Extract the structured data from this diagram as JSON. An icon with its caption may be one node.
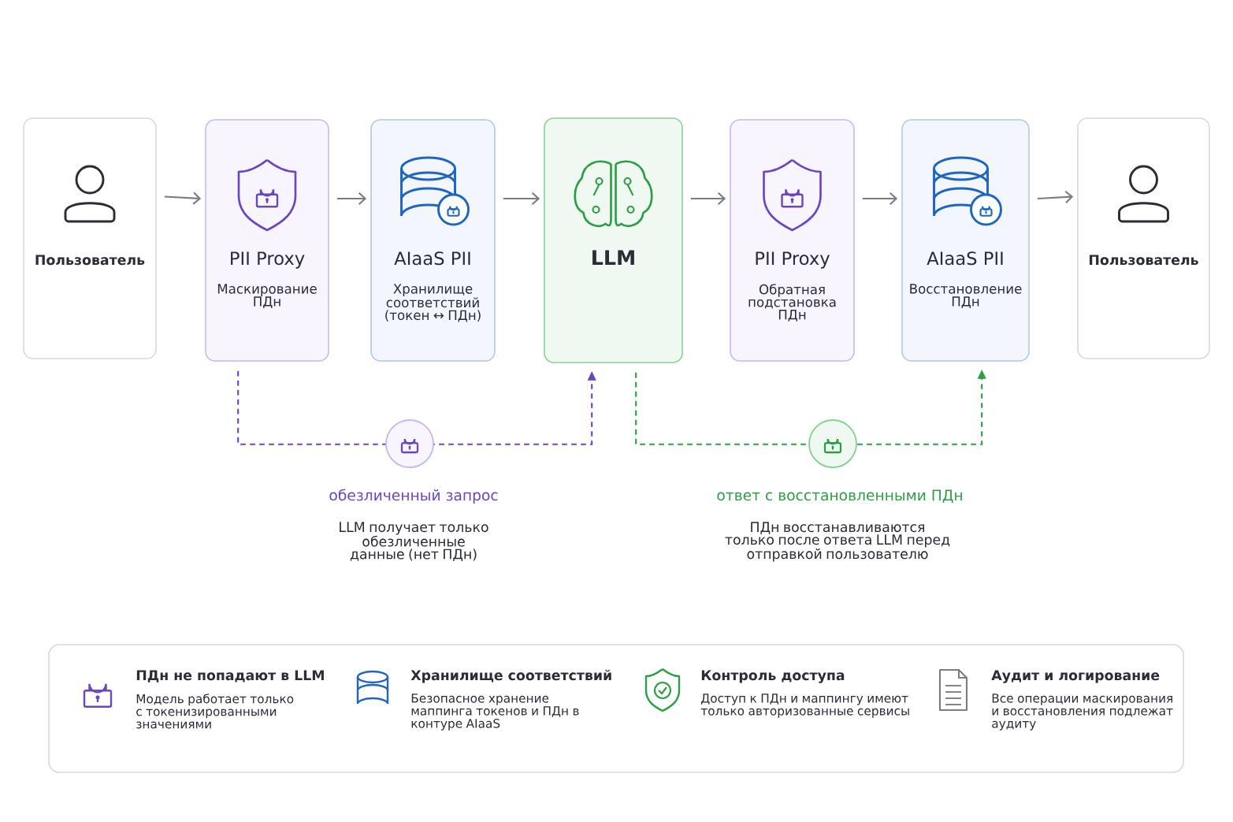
{
  "diagram": {
    "nodes": [
      {
        "text": [
          "Пользователь"
        ]
      },
      {
        "text": [
          "PII Proxy",
          "Маскирование ПДн"
        ]
      },
      {
        "text": [
          "AIaaS PII",
          "Хранилище соответствий (токен ↔ ПДн)"
        ]
      },
      {
        "text": [
          "LLM"
        ]
      },
      {
        "text": [
          "PII Proxy",
          "Обратная подстановка ПДн"
        ]
      },
      {
        "text": [
          "AIaaS PII",
          "Восстановление ПДн"
        ]
      },
      {
        "text": [
          "Пользователь"
        ]
      }
    ],
    "edges": [
      {
        "from": 0,
        "to": 1,
        "arrow": "to"
      },
      {
        "from": 1,
        "to": 2,
        "arrow": "to"
      },
      {
        "from": 2,
        "to": 3,
        "arrow": "to"
      },
      {
        "from": 3,
        "to": 4,
        "arrow": "to"
      },
      {
        "from": 4,
        "to": 5,
        "arrow": "to"
      },
      {
        "from": 5,
        "to": 6,
        "arrow": "to"
      },
      {
        "from": 1,
        "to": 3,
        "arrow": "to",
        "style": "dashed",
        "color": "#6b46c1"
      },
      {
        "from": 3,
        "to": 5,
        "arrow": "to",
        "style": "dashed",
        "color": "#2e9e46"
      }
    ],
    "labels": [
      "обезличенный запрос",
      "LLM получает только обезличенные данные (нет ПДн)",
      "ответ с восстановленными ПДн",
      "ПДн восстанавливаются только после ответа LLM перед отправкой пользователю",
      "ПДн не попадают в LLM",
      "Модель работает только с токенизированными значениями",
      "Хранилище соответствий",
      "Безопасное хранение маппинга токенов и ПДн в контуре AIaaS",
      "Контроль доступа",
      "Доступ к ПДн и маппингу имеют только авторизованные сервисы",
      "Аудит и логирование",
      "Все операции маскирования и восстановления подлежат аудиту"
    ]
  }
}
